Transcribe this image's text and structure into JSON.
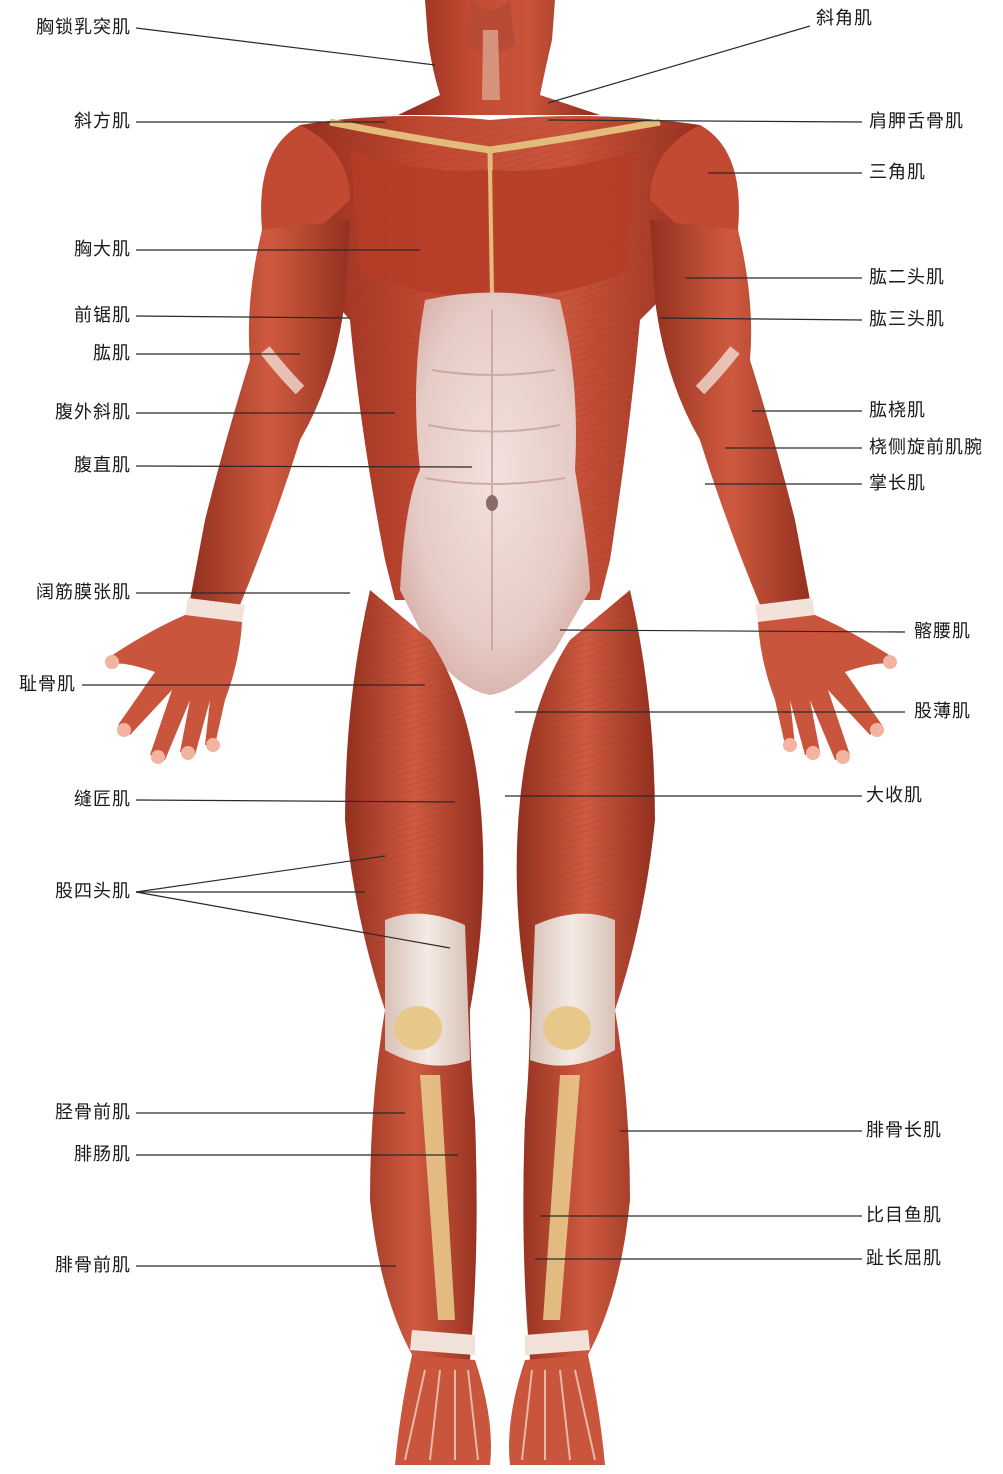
{
  "colors": {
    "muscle": "#b8412d",
    "muscle_dark": "#8e2a1c",
    "muscle_light": "#d4634b",
    "fascia": "#e9d2cf",
    "tendon": "#f1e6dc",
    "bone": "#e8c88a",
    "leader": "#2a2a2a",
    "text": "#1a1a1a"
  },
  "labels_left": [
    {
      "key": "sternocleidomastoid",
      "text": "胸锁乳突肌"
    },
    {
      "key": "trapezius",
      "text": "斜方肌"
    },
    {
      "key": "pectoralis-major",
      "text": "胸大肌"
    },
    {
      "key": "serratus-anterior",
      "text": "前锯肌"
    },
    {
      "key": "brachialis",
      "text": "肱肌"
    },
    {
      "key": "external-oblique",
      "text": "腹外斜肌"
    },
    {
      "key": "rectus-abdominis",
      "text": "腹直肌"
    },
    {
      "key": "tensor-fasciae-latae",
      "text": "阔筋膜张肌"
    },
    {
      "key": "pectineus",
      "text": "耻骨肌"
    },
    {
      "key": "sartorius",
      "text": "缝匠肌"
    },
    {
      "key": "quadriceps",
      "text": "股四头肌"
    },
    {
      "key": "tibialis-anterior",
      "text": "胫骨前肌"
    },
    {
      "key": "gastrocnemius",
      "text": "腓肠肌"
    },
    {
      "key": "peroneus-tertius",
      "text": "腓骨前肌"
    }
  ],
  "labels_right": [
    {
      "key": "scalene",
      "text": "斜角肌"
    },
    {
      "key": "omohyoid",
      "text": "肩胛舌骨肌"
    },
    {
      "key": "deltoid",
      "text": "三角肌"
    },
    {
      "key": "biceps",
      "text": "肱二头肌"
    },
    {
      "key": "triceps",
      "text": "肱三头肌"
    },
    {
      "key": "brachioradialis",
      "text": "肱桡肌"
    },
    {
      "key": "flexor-carpi-radialis",
      "text": "桡侧旋前肌腕"
    },
    {
      "key": "palmaris-longus",
      "text": "掌长肌"
    },
    {
      "key": "iliopsoas",
      "text": "髂腰肌"
    },
    {
      "key": "gracilis",
      "text": "股薄肌"
    },
    {
      "key": "adductor-magnus",
      "text": "大收肌"
    },
    {
      "key": "peroneus-longus",
      "text": "腓骨长肌"
    },
    {
      "key": "soleus",
      "text": "比目鱼肌"
    },
    {
      "key": "flexor-digitorum-longus",
      "text": "趾长屈肌"
    }
  ]
}
